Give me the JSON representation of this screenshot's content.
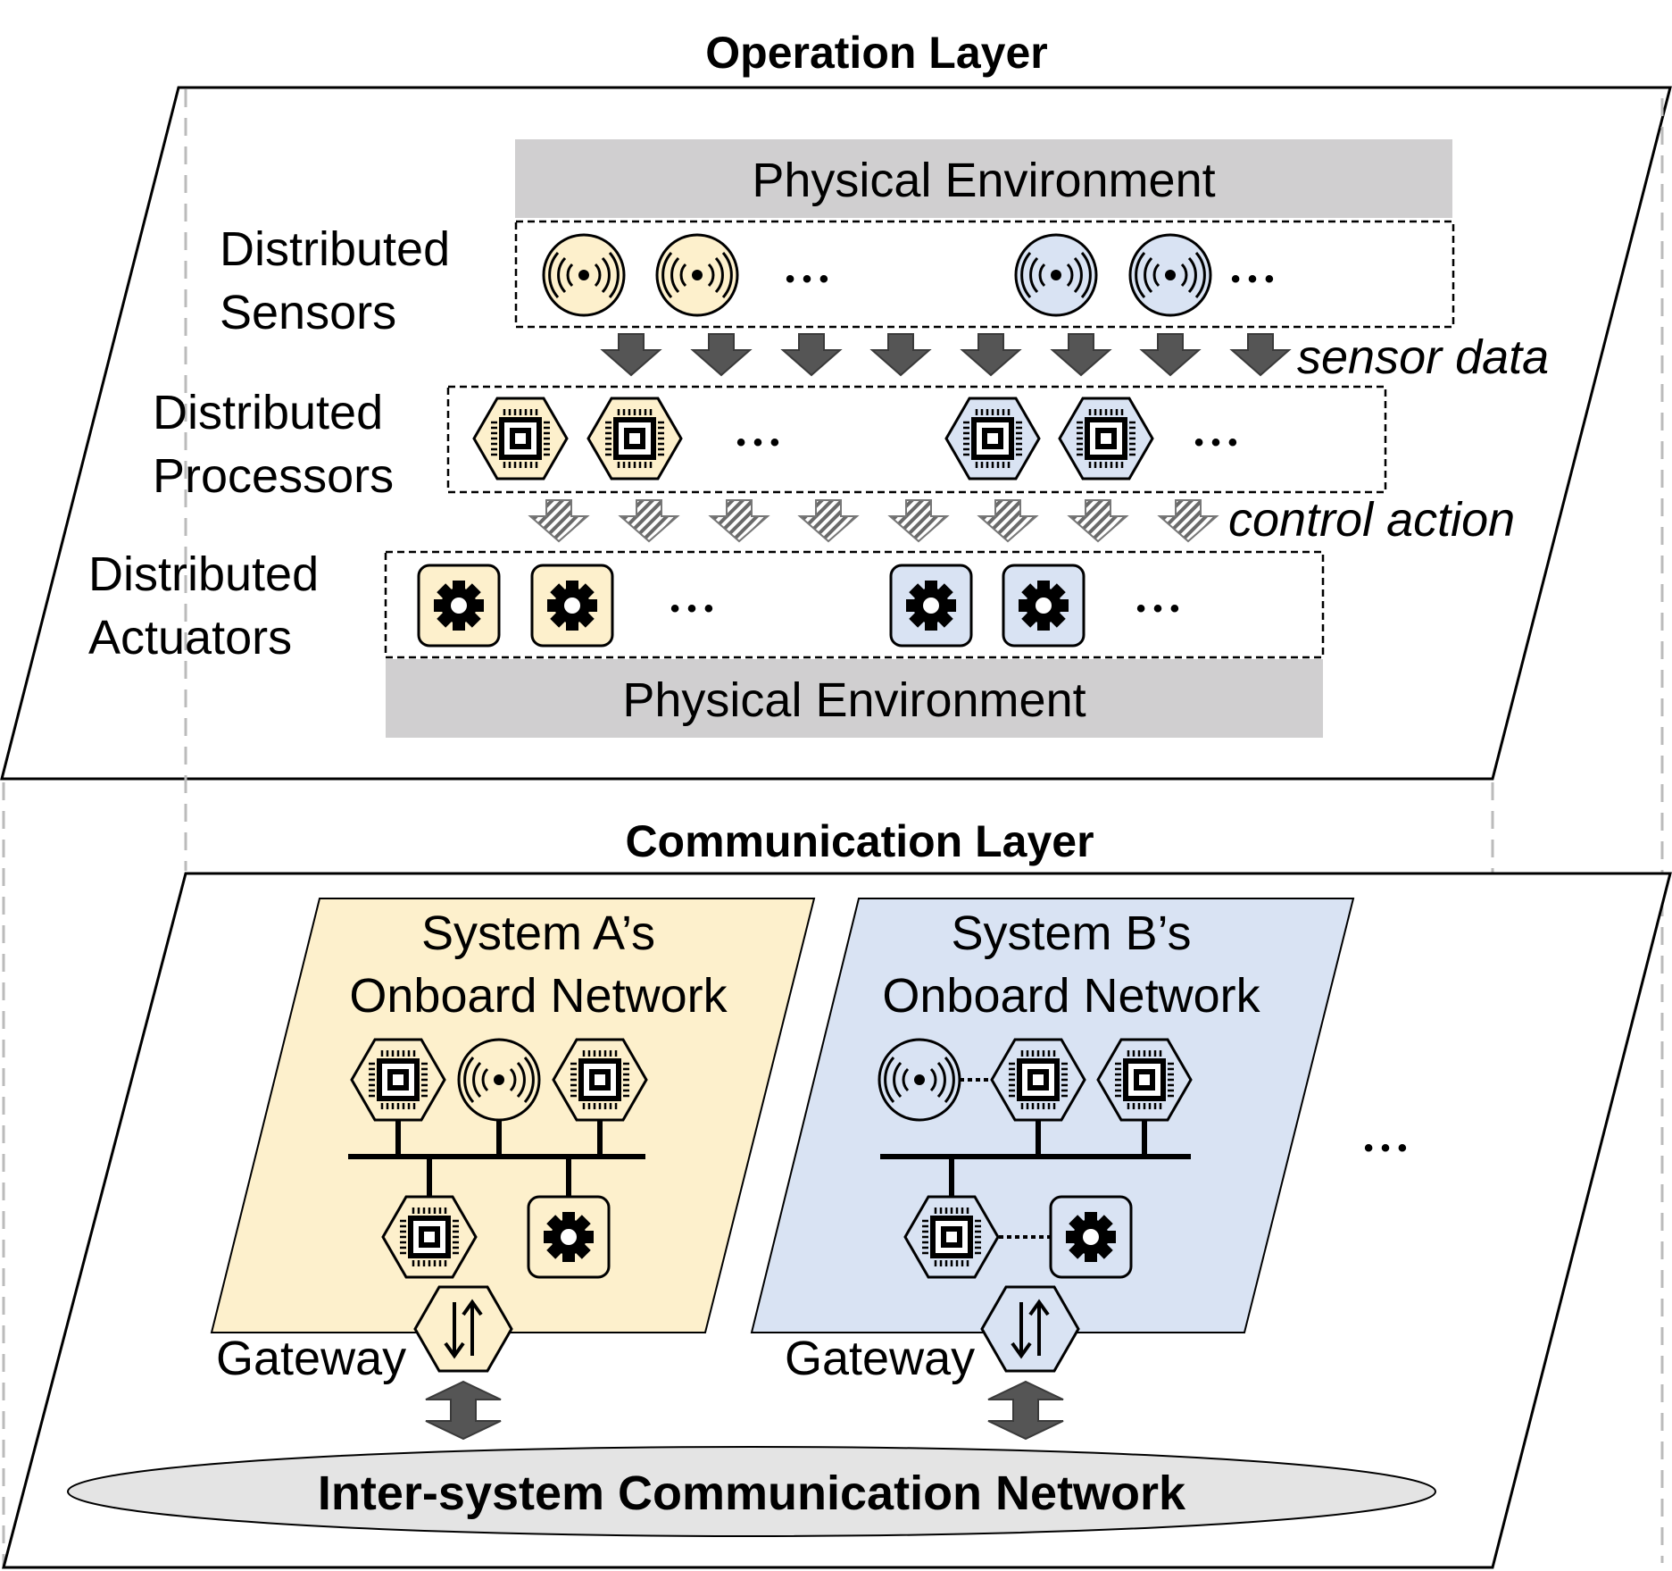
{
  "operation_layer": {
    "title": "Operation Layer",
    "environment_top": "Physical Environment",
    "environment_bottom": "Physical Environment",
    "sensors_label_line1": "Distributed",
    "sensors_label_line2": "Sensors",
    "processors_label_line1": "Distributed",
    "processors_label_line2": "Processors",
    "actuators_label_line1": "Distributed",
    "actuators_label_line2": "Actuators",
    "sensor_data_label": "sensor data",
    "control_action_label": "control action",
    "ellipsis": "• • •"
  },
  "communication_layer": {
    "title": "Communication Layer",
    "system_a_line1": "System A’s",
    "system_a_line2": "Onboard Network",
    "system_b_line1": "System B’s",
    "system_b_line2": "Onboard Network",
    "gateway_a": "Gateway",
    "gateway_b": "Gateway",
    "ellipsis": "• • •",
    "inter_network": "Inter-system Communication Network"
  },
  "colors": {
    "system_a_fill": "#fdf0cc",
    "system_b_fill": "#d9e3f3",
    "environment_fill": "#d0cfd0",
    "arrow_fill": "#555555"
  },
  "icons": [
    "sensor-icon",
    "processor-chip-icon",
    "actuator-gear-icon",
    "gateway-icon"
  ]
}
